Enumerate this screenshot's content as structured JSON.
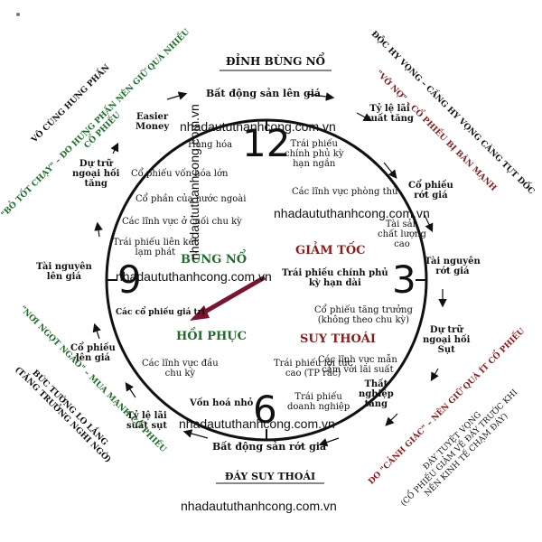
{
  "title_top": "ĐỈNH BÙNG NỔ",
  "title_bottom": "ĐÁY SUY THOÁI",
  "watermark": "nhadaututhanhcong.com.vn",
  "clock_numbers": {
    "n12": "12",
    "n3": "3",
    "n6": "6",
    "n9": "9"
  },
  "phases": {
    "bung_no": "BÙNG NỔ",
    "giam_toc": "GIẢM TỐC",
    "hoi_phuc": "HỒI PHỤC",
    "suy_thoai": "SUY THOÁI"
  },
  "outer": {
    "bds_len": "Bất động sản lên giá",
    "easier_money": "Easier\nMoney",
    "ty_le_lai_suat_tang": "Tỷ lệ lãi\nsuất tăng",
    "co_phieu_rot_gia": "Cổ phiếu\nrớt giá",
    "tai_nguyen_rot_gia": "Tài nguyên\nrớt giá",
    "du_tru_ngoai_hoi_sut": "Dự trữ\nngoại hối\nSụt",
    "that_nghiep_tang": "Thất\nnghiệp\ntăng",
    "bds_rot": "Bất động sản rớt giá",
    "ty_le_lai_suat_sut": "Tỷ lệ lãi\nsuất sụt",
    "co_phieu_len_gia": "Cổ phiếu\nlên giá",
    "tai_nguyen_len_gia": "Tài nguyên\nlên giá",
    "du_tru_ngoai_hoi_tang": "Dự trữ\nngoại hối\ntăng"
  },
  "inner": {
    "hang_hoa": "Hàng hóa",
    "trai_phieu_ngan_han": "Trái phiếu\nchính phủ kỳ\nhạn ngắn",
    "co_phieu_von_hoa_lon": "Cổ phiếu vốn hóa lớn",
    "linh_vuc_phong_thu": "Các lĩnh vực phòng thủ",
    "co_phan_nuoc_ngoai": "Cổ phần của nước ngoài",
    "tai_san_chat_luong_cao": "Tài sản\nchất lượng\ncao",
    "linh_vuc_cuoi_chu_ky": "Các lĩnh vực ở cuối chu kỳ",
    "trai_phieu_lien_ket_lam_phat": "Trái phiếu liên kết\nlạm phát",
    "trai_phieu_dai_han": "Trái phiếu chính phủ\nkỳ hạn  dài",
    "co_phieu_gia_tri": "Các cổ phiếu giá trị",
    "co_phieu_tang_truong": "Cổ phiếu tăng trưởng\n(không theo chu kỳ)",
    "linh_vuc_dau_chu_ky": "Các lĩnh vực đầu\nchu kỳ",
    "trai_phieu_loi_tuc_cao": "Trái phiếu lợi tức\ncao (TP rác)",
    "linh_vuc_man_cam_lai_suat": "Các lĩnh vực mẫn\ncảm với lãi suất",
    "von_hoa_nho": "Vốn hoá nhỏ",
    "trai_phieu_doanh_nghiep": "Trái phiếu\ndoanh nghiệp"
  },
  "sides": {
    "top_left_a": "VÔ CÙNG HƯNG PHẤN",
    "top_left_b": "\"BỎ TỐT CHẠY\" – DO HƯNG PHẤN NÊN GIỮ QUÁ NHIỀU\nCỔ PHIẾU",
    "top_right_a": "ĐỘC HY VỌNG – CẦNG HY VỌNG CÀNG TỤT DỐC",
    "top_right_b": "\"VỠ NỢ\" – CỔ PHIẾU BỊ BÁN MẠNH",
    "bottom_left_a": "\"NƠI NGỌT NGÀO\" – MUA MẠNH CỔ PHIẾU",
    "bottom_left_b": "BỨC TƯỜNG LO LẮNG\n(TĂNG TRƯỞNG NGHI NGỜ)",
    "bottom_right_a": "DO \"CẢNH GIÁC\" – NÊN GIỮ QUÁ ÍT CỔ PHIẾU",
    "bottom_right_b": "ĐÁY TUYỆT VỌNG\n(CỔ PHIẾU GIẢM VỀ ĐÁY TRƯỚC KHI\nNỀN KINH TẾ CHẠM ĐÁY)"
  },
  "colors": {
    "green": "#1e6b2a",
    "red": "#8b1a1a",
    "hand": "#7a1530"
  }
}
